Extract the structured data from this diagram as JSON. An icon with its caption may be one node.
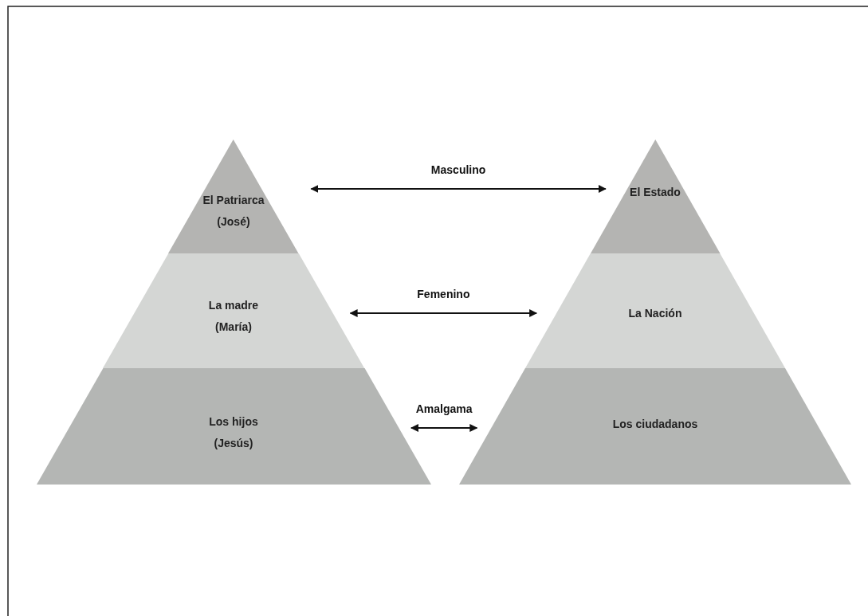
{
  "diagram": {
    "nodes": [
      {
        "text": [
          "El Patriarca (José)"
        ]
      },
      {
        "text": [
          "La madre (María)"
        ]
      },
      {
        "text": [
          "Los hijos (Jesús)"
        ]
      },
      {
        "text": [
          "El Estado"
        ]
      },
      {
        "text": [
          "La Nación"
        ]
      },
      {
        "text": [
          "Los ciudadanos"
        ]
      }
    ],
    "edges": [
      {
        "from": 0,
        "to": 3,
        "arrow": "both",
        "label": "Masculino"
      },
      {
        "from": 1,
        "to": 4,
        "arrow": "both",
        "label": "Femenino"
      },
      {
        "from": 2,
        "to": 5,
        "arrow": "both",
        "label": "Amalgama"
      }
    ]
  }
}
